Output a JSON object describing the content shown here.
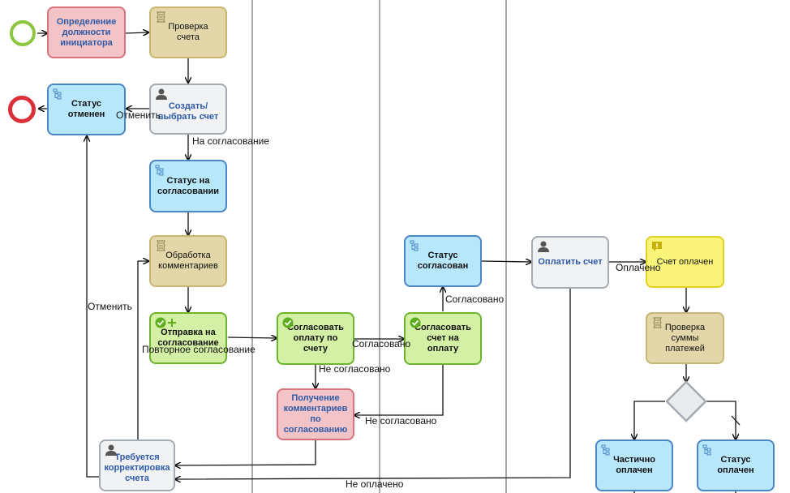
{
  "nodes": {
    "initiator": "Определение должности инициатора",
    "check_invoice": "Проверка счета",
    "create_invoice": "Создать/ выбрать счет",
    "status_cancelled": "Статус отменен",
    "status_on_approval": "Статус на согласовании",
    "process_comments": "Обработка комментариев",
    "send_for_approval": "Отправка на согласование",
    "approve_payment": "Согласовать оплату по счету",
    "approve_invoice": "Согласовать счет на оплату",
    "status_approved": "Статус согласован",
    "get_comments": "Получение комментариев по согласованию",
    "needs_correction": "Требуется корректировка счета",
    "pay_invoice": "Оплатить счет",
    "invoice_paid": "Счет оплачен",
    "check_payments": "Проверка суммы платежей",
    "partially_paid": "Частично оплачен",
    "status_paid": "Статус оплачен"
  },
  "edges": {
    "cancel_1": "Отменить",
    "to_approval": "На согласование",
    "cancel_2": "Отменить",
    "repeat_approval": "Повторное согласование",
    "approved_1": "Согласовано",
    "approved_2": "Согласовано",
    "not_approved_1": "Не согласовано",
    "not_approved_2": "Не согласовано",
    "paid": "Оплачено",
    "not_paid": "Не оплачено"
  },
  "colors": {
    "start_event": "#8dc63f",
    "end_event": "#d9303a"
  }
}
